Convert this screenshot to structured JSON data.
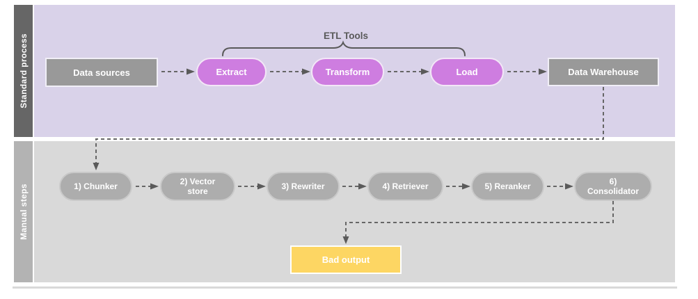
{
  "diagram": {
    "lanes": [
      {
        "label": "Standard process"
      },
      {
        "label": "Manual steps"
      }
    ],
    "standard_process": {
      "annotation": "ETL Tools",
      "data_sources": "Data sources",
      "extract": "Extract",
      "transform": "Transform",
      "load": "Load",
      "data_warehouse": "Data Warehouse"
    },
    "manual_steps": {
      "steps": [
        "1) Chunker",
        "2) Vector store",
        "3) Rewriter",
        "4) Retriever",
        "5) Reranker",
        "6) Consolidator"
      ],
      "bad_output": "Bad output"
    },
    "colors": {
      "standard_lane_bg": "#d9d2e9",
      "standard_lane_band": "#666666",
      "manual_lane_bg": "#d9d9d9",
      "manual_lane_band": "#b3b3b3",
      "etl_step_fill": "#ce7de0",
      "standard_node_fill": "#999999",
      "manual_step_fill": "#adadad",
      "bad_output_fill": "#fdd663",
      "connector": "#666666"
    }
  }
}
